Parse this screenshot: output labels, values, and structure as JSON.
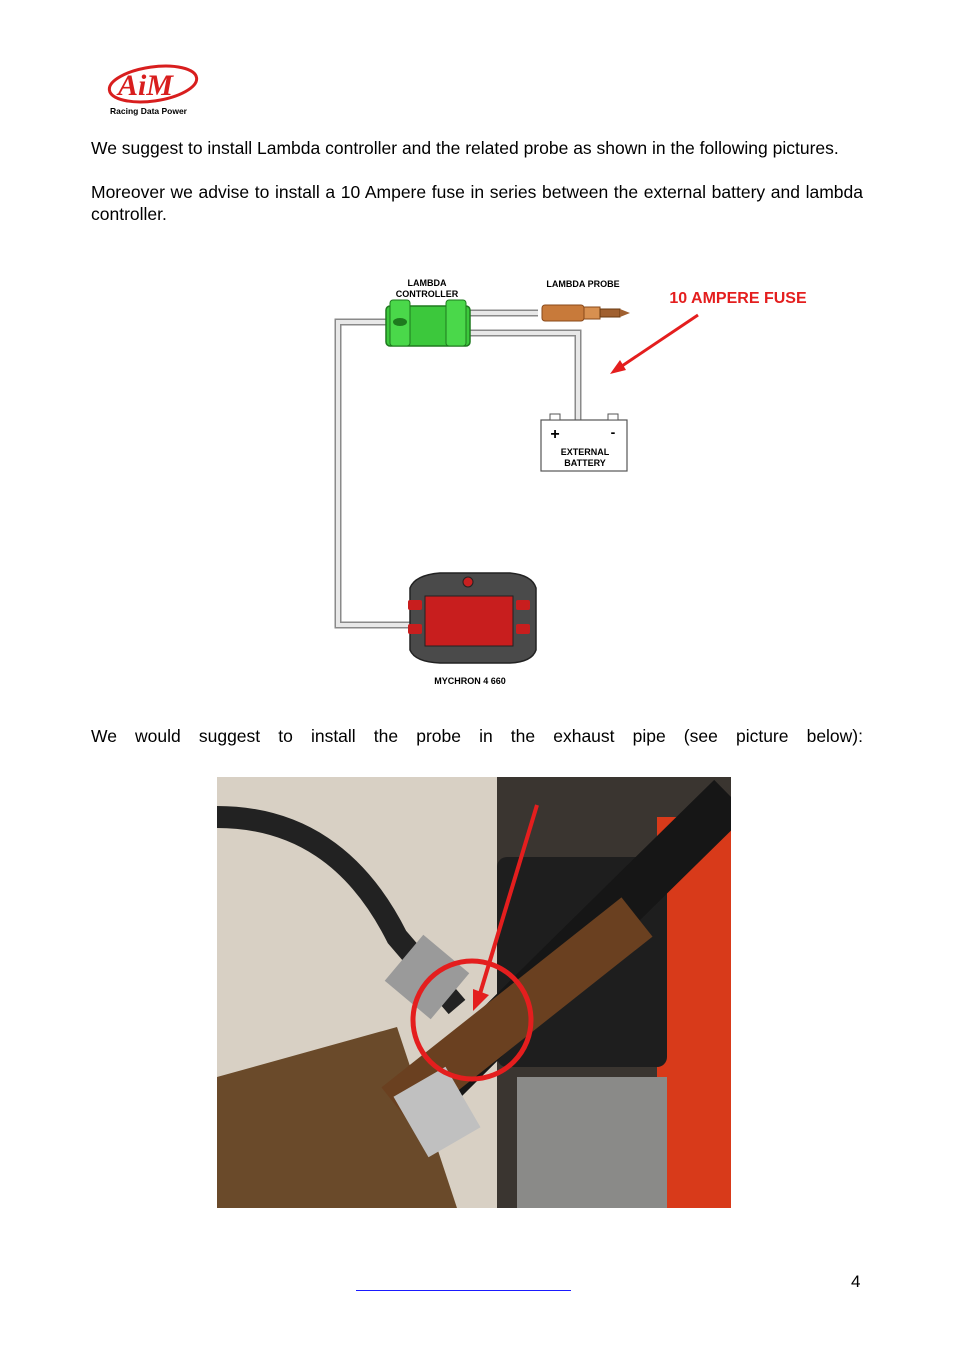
{
  "header": {
    "logo_text": "AiM",
    "logo_tagline": "Racing Data Power"
  },
  "body": {
    "paragraph_1": "We suggest to install Lambda controller and the related probe as shown in the following pictures.",
    "paragraph_2": "Moreover we advise to install a 10 Ampere fuse in series between the external battery and lambda controller.",
    "paragraph_3": "We would suggest to install the probe in the exhaust pipe (see picture below):"
  },
  "diagram": {
    "controller_label_line1": "LAMBDA",
    "controller_label_line2": "CONTROLLER",
    "probe_label": "LAMBDA PROBE",
    "fuse_label": "10 AMPERE FUSE",
    "battery_plus": "+",
    "battery_minus": "-",
    "battery_label_line1": "EXTERNAL",
    "battery_label_line2": "BATTERY",
    "display_label": "MYCHRON 4 660"
  },
  "footer": {
    "page_number": "4"
  },
  "colors": {
    "accent_red": "#e41e1e",
    "controller_green": "#3cc83c",
    "probe_copper": "#c87a3a",
    "link_blue": "#1a1aff"
  }
}
